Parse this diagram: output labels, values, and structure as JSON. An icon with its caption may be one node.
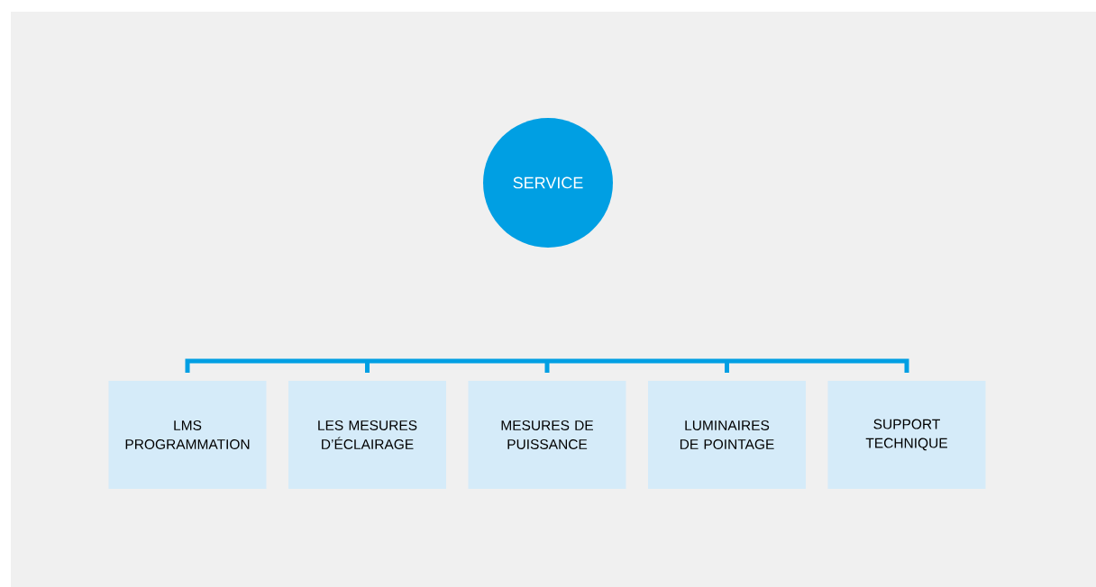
{
  "diagram": {
    "nodes": [
      {
        "text": [
          "SERVICE"
        ]
      },
      {
        "text": [
          "LMS PROGRAMMATION"
        ]
      },
      {
        "text": [
          "LES MESURES D’ÉCLAIRAGE"
        ]
      },
      {
        "text": [
          "MESURES DE PUISSANCE"
        ]
      },
      {
        "text": [
          "LUMINAIRES DE POINTAGE"
        ]
      },
      {
        "text": [
          "SUPPORT TECHNIQUE"
        ]
      }
    ]
  }
}
